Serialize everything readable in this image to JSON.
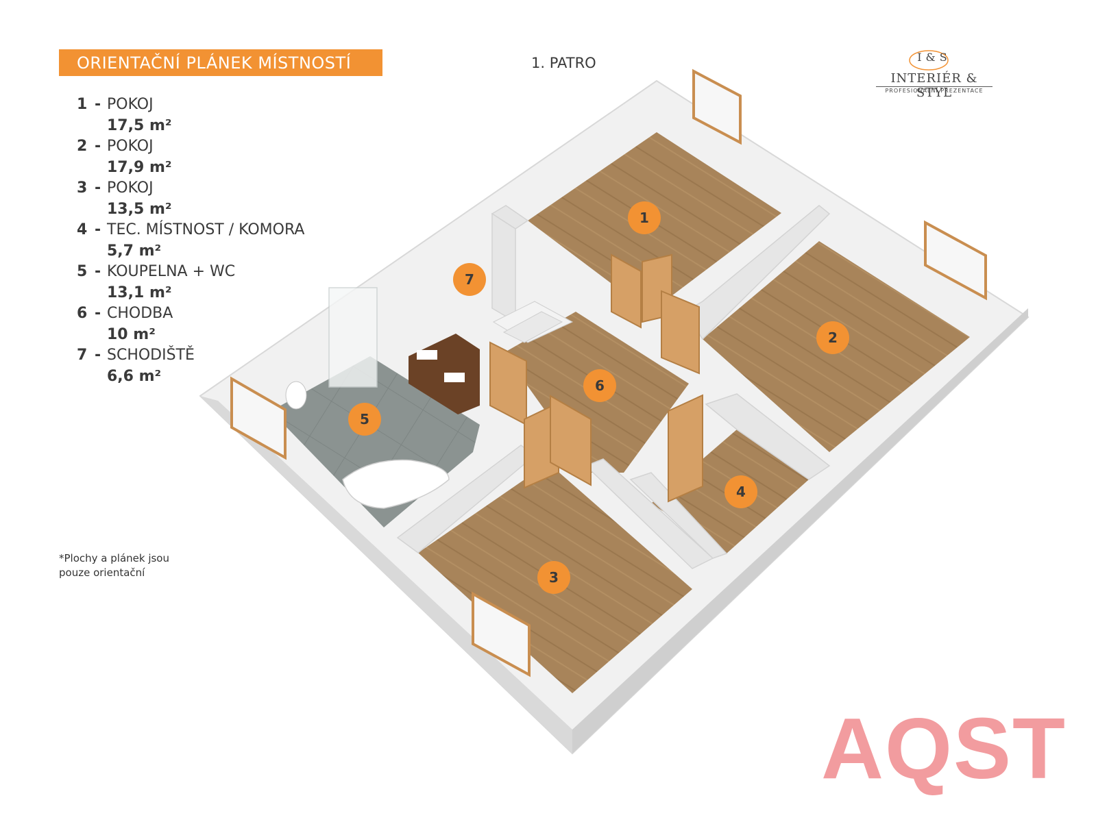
{
  "header": {
    "title": "ORIENTAČNÍ PLÁNEK MÍSTNOSTÍ",
    "floor": "1. PATRO"
  },
  "logo": {
    "monogram": "I&S",
    "brand": "INTERIÉR & STYL",
    "tagline": "PROFESIONÁLNÍ PREZENTACE"
  },
  "rooms": [
    {
      "number": "1",
      "dash": "-",
      "name": "POKOJ",
      "area": "17,5 m²"
    },
    {
      "number": "2",
      "dash": "-",
      "name": "POKOJ",
      "area": "17,9 m²"
    },
    {
      "number": "3",
      "dash": "-",
      "name": "POKOJ",
      "area": "13,5 m²"
    },
    {
      "number": "4",
      "dash": "-",
      "name": "TEC. MÍSTNOST / KOMORA",
      "area": "5,7 m²"
    },
    {
      "number": "5",
      "dash": "-",
      "name": "KOUPELNA + WC",
      "area": "13,1 m²"
    },
    {
      "number": "6",
      "dash": "-",
      "name": "CHODBA",
      "area": "10 m²"
    },
    {
      "number": "7",
      "dash": "-",
      "name": "SCHODIŠTĚ",
      "area": "6,6 m²"
    }
  ],
  "footnote": {
    "line1": "*Plochy  a plánek jsou",
    "line2": "pouze orientační"
  },
  "markers": [
    "1",
    "2",
    "3",
    "4",
    "5",
    "6",
    "7"
  ],
  "watermark": "AQST",
  "colors": {
    "accent": "#f29233",
    "wood_floor": "#a8845a",
    "tile_floor": "#8a9290",
    "wall": "#ececec",
    "watermark": "#f29c9f"
  }
}
